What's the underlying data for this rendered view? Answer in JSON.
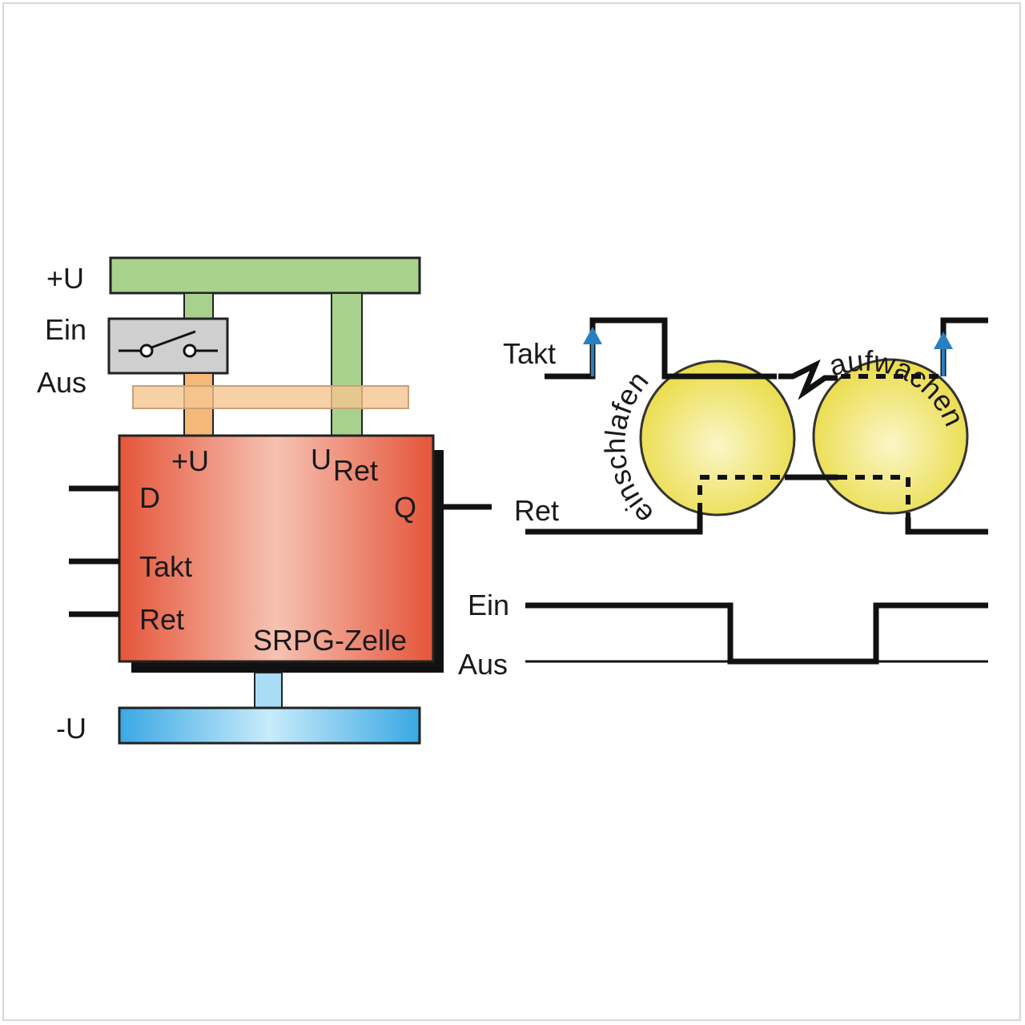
{
  "supply": {
    "plus_label": "+U",
    "minus_label": "-U"
  },
  "switch": {
    "on_label": "Ein",
    "off_label": "Aus"
  },
  "cell": {
    "name": "SRPG-Zelle",
    "pin_plus_u": "+U",
    "pin_u_ret_main": "U",
    "pin_u_ret_sub": "Ret",
    "pin_d": "D",
    "pin_takt": "Takt",
    "pin_ret": "Ret",
    "pin_q": "Q"
  },
  "timing": {
    "takt_label": "Takt",
    "ret_label": "Ret",
    "ein_label": "Ein",
    "aus_label": "Aus",
    "phase_sleep": "einschlafen",
    "phase_wake": "aufwachen"
  },
  "colors": {
    "plus_rail": "#a9d18e",
    "minus_rail": "#4fb3e8",
    "cell": "#e8654a",
    "switch_box": "#cfcfcf",
    "orange_bar": "#f5b878",
    "bubble": "#f0e56a",
    "arrow": "#2a7fc1"
  }
}
